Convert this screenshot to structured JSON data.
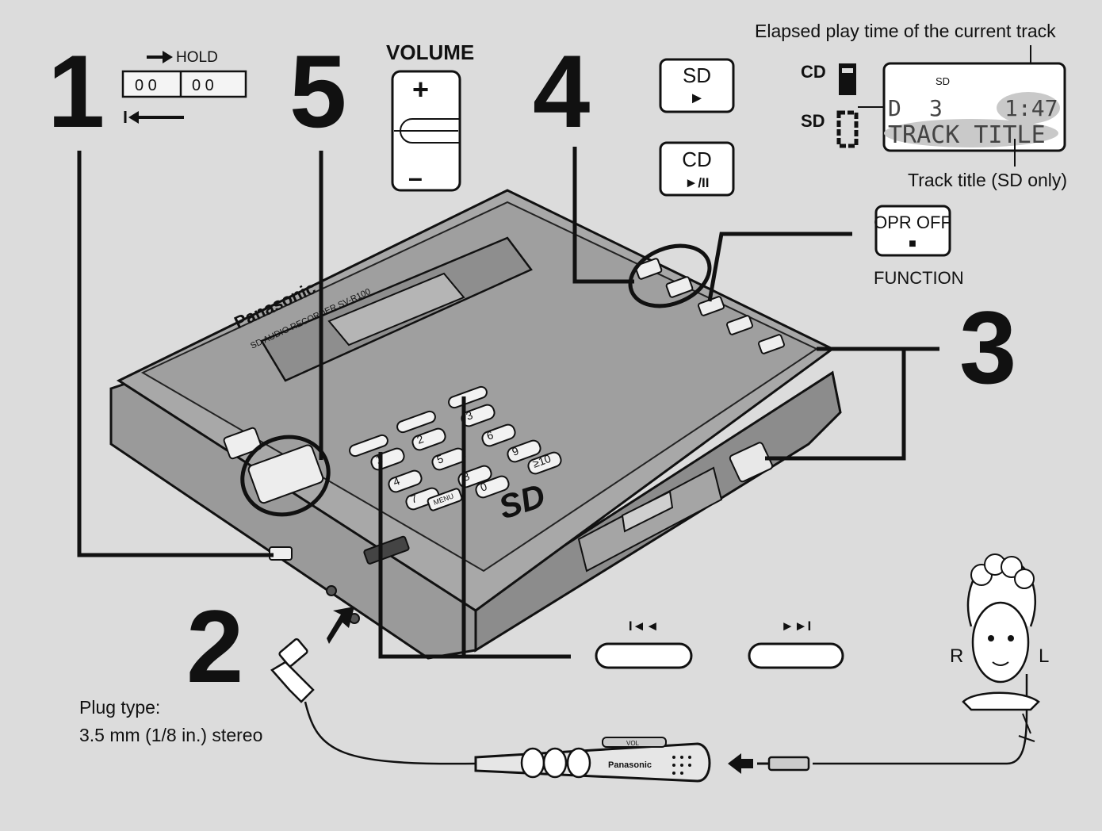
{
  "steps": {
    "s1": "1",
    "s2": "2",
    "s3": "3",
    "s4": "4",
    "s5": "5"
  },
  "hold_label": "HOLD",
  "volume": {
    "label": "VOLUME",
    "plus": "+",
    "minus": "–"
  },
  "sd_play": {
    "label": "SD",
    "symbol": "►"
  },
  "cd_play": {
    "label": "CD",
    "symbol": "►/II"
  },
  "display": {
    "elapsed_caption": "Elapsed play time of the current track",
    "cd_label": "CD",
    "sd_label": "SD",
    "lcd_top": "SD",
    "lcd_mode": "D",
    "lcd_track": "3",
    "lcd_time": "1:47",
    "lcd_title": "TRACK TITLE",
    "title_caption": "Track title (SD only)"
  },
  "opr_off": {
    "label": "OPR OFF",
    "symbol": "■",
    "caption": "FUNCTION"
  },
  "skip": {
    "prev_symbol": "I◄◄",
    "next_symbol": "►►I"
  },
  "headphone": {
    "right": "R",
    "left": "L"
  },
  "plug": {
    "line1": "Plug type:",
    "line2": "3.5 mm (1/8 in.) stereo"
  },
  "device": {
    "brand": "Panasonic",
    "model": "SD AUDIO RECORDER SV-R100",
    "logo": "SD",
    "keys": [
      "1",
      "2",
      "3",
      "4",
      "5",
      "6",
      "7",
      "8",
      "9",
      "0",
      "≥10"
    ],
    "menu_key": "MENU"
  },
  "remote": {
    "brand": "Panasonic",
    "vol": "VOL"
  }
}
